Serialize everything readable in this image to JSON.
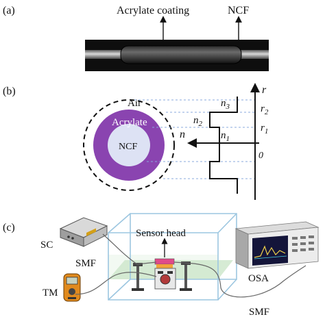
{
  "panel_a": {
    "tag": "(a)",
    "coating_label": "Acrylate coating",
    "fiber_label": "NCF"
  },
  "panel_b": {
    "tag": "(b)",
    "air_label": "Air",
    "acrylate_label": "Acrylate",
    "core_label": "NCF",
    "n3": "n",
    "n3_sub": "3",
    "n2": "n",
    "n2_sub": "2",
    "n1": "n",
    "n1_sub": "1",
    "n_axis": "n",
    "r_axis": "r",
    "r2": "r",
    "r2_sub": "2",
    "r1": "r",
    "r1_sub": "1",
    "origin": "0"
  },
  "panel_c": {
    "tag": "(c)",
    "sc_label": "SC",
    "smf_left_label": "SMF",
    "sensor_head_label": "Sensor head",
    "tm_label": "TM",
    "osa_label": "OSA",
    "smf_bottom_label": "SMF"
  },
  "colors": {
    "acrylate": "#8a44b0",
    "core": "#dde2f4",
    "coating": "#1c1c1c",
    "bare_fiber": "#9c9c9c",
    "guide_lines": "#88aadd",
    "box_edge": "#9cc6e0",
    "tank_liquid": "#d8ecd6",
    "osa_screen": "#14153a"
  }
}
